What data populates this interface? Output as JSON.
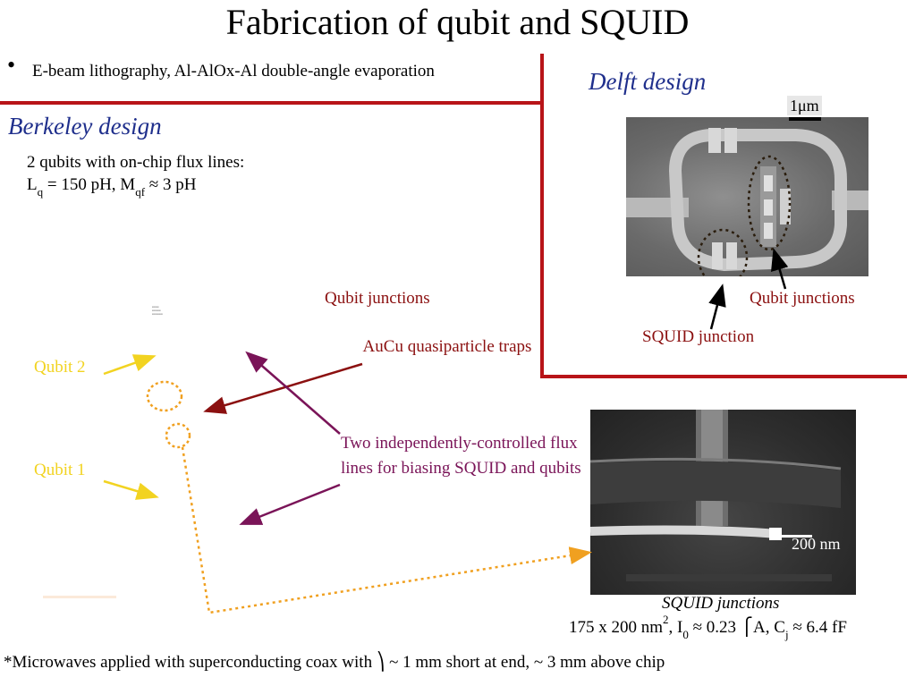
{
  "title": "Fabrication of qubit and SQUID",
  "bullet": {
    "symbol": "•",
    "text": "E-beam lithography, Al-AlOx-Al double-angle evaporation"
  },
  "berkeley": {
    "heading": "Berkeley design",
    "line1": "2 qubits with on-chip flux lines:",
    "l_symbol": "L",
    "l_sub": "q",
    "l_value": " = 150 pH, M",
    "m_sub": "qf",
    "m_value": " ≈ 3 pH",
    "qubit_junctions": "Qubit junctions",
    "aucu_traps": "AuCu quasiparticle traps",
    "flux_lines": "Two independently-controlled flux lines for biasing SQUID and qubits",
    "qubit2": "Qubit 2",
    "qubit1": "Qubit 1"
  },
  "delft": {
    "heading": "Delft design",
    "scale_bar": "1μm",
    "qubit_junctions": "Qubit junctions",
    "squid_junction": "SQUID junction"
  },
  "squid_image": {
    "scale_bar": "200 nm",
    "caption": "SQUID junctions",
    "params_a": "175 x 200 nm",
    "params_sup": "2",
    "params_b": ", I",
    "params_sub0": "0",
    "params_c": " ≈ 0.23 ⎧A, C",
    "params_subj": "j",
    "params_d": " ≈ 6.4 fF"
  },
  "footnote": "*Microwaves applied with superconducting coax with ⎞ ~ 1 mm short at end, ~ 3 mm above chip",
  "colors": {
    "accent_red": "#b81418",
    "heading_blue": "#1f2f8c",
    "maroon": "#8b1010",
    "purple": "#7a1458",
    "yellow": "#f2d321",
    "orange_dotted": "#f0a020"
  }
}
